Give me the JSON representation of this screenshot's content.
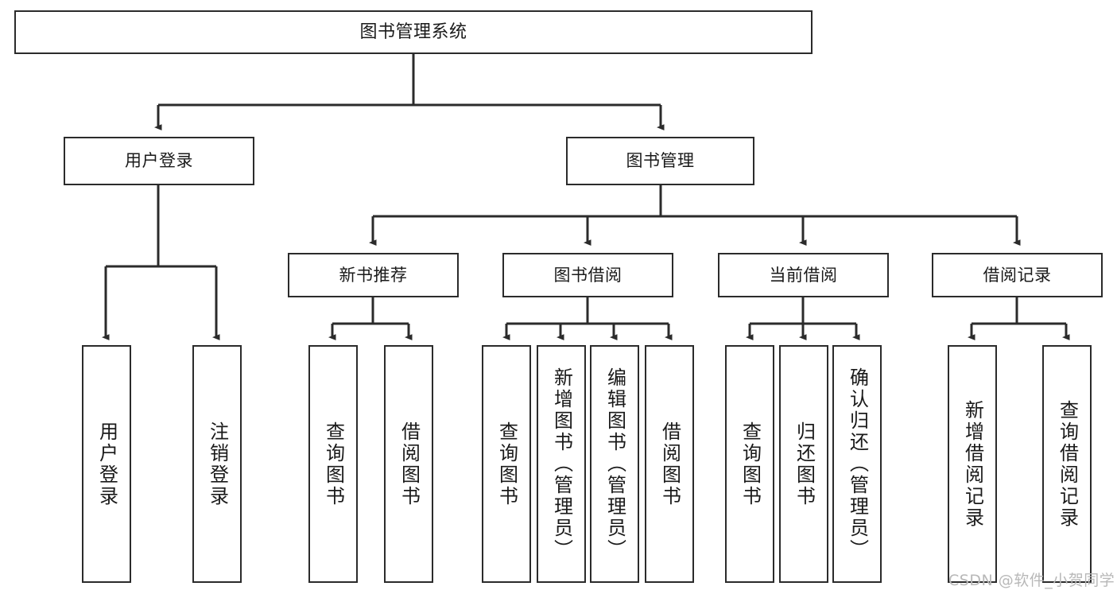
{
  "diagram": {
    "type": "tree",
    "title": "图书管理系统",
    "style": {
      "box_border_color": "#2b2b2b",
      "box_fill_color": "#ffffff",
      "connector_color": "#2b2b2b",
      "text_color": "#1a1a1a",
      "background_color": "#ffffff"
    },
    "nodes": {
      "root": {
        "label": "图书管理系统"
      },
      "level2": [
        {
          "label": "用户登录"
        },
        {
          "label": "图书管理"
        }
      ],
      "level3": [
        {
          "label": "新书推荐"
        },
        {
          "label": "图书借阅"
        },
        {
          "label": "当前借阅"
        },
        {
          "label": "借阅记录"
        }
      ],
      "leaves": {
        "user_login": [
          {
            "label": "用户登录"
          },
          {
            "label": "注销登录"
          }
        ],
        "new_book_recommend": [
          {
            "label": "查询图书"
          },
          {
            "label": "借阅图书"
          }
        ],
        "book_borrow": [
          {
            "label": "查询图书"
          },
          {
            "label": "新增图书（管理员）"
          },
          {
            "label": "编辑图书（管理员）"
          },
          {
            "label": "借阅图书"
          }
        ],
        "current_borrow": [
          {
            "label": "查询图书"
          },
          {
            "label": "归还图书"
          },
          {
            "label": "确认归还（管理员）"
          }
        ],
        "borrow_record": [
          {
            "label": "新增借阅记录"
          },
          {
            "label": "查询借阅记录"
          }
        ]
      }
    }
  },
  "watermark": {
    "text": "CSDN @软件_小贺同学"
  }
}
